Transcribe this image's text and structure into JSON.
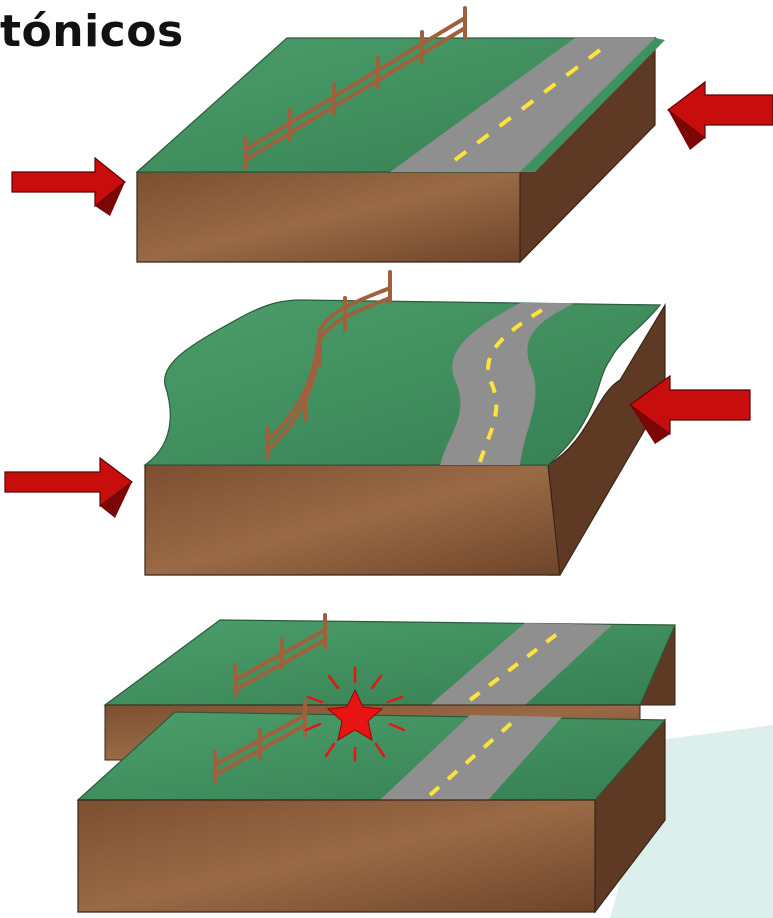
{
  "title": "tónicos",
  "colors": {
    "grass": "#3f9160",
    "grass_light": "#4ea26f",
    "soil_front": "#8a5a3a",
    "soil_side": "#6b4128",
    "road": "#8f8f8f",
    "road_marking": "#ffe23a",
    "fence": "#a0603c",
    "arrow_red": "#c80d0d",
    "arrow_dark": "#7a0606",
    "star": "#e81414",
    "corner_tint": "#dcefec"
  },
  "diagram": {
    "panels": [
      {
        "name": "compression-before",
        "arrows": "inward",
        "road": "straight"
      },
      {
        "name": "compression-folded",
        "arrows": "inward",
        "road": "curved"
      },
      {
        "name": "fault-offset",
        "arrows": "none",
        "road": "offset",
        "marker": "star-icon"
      }
    ]
  }
}
